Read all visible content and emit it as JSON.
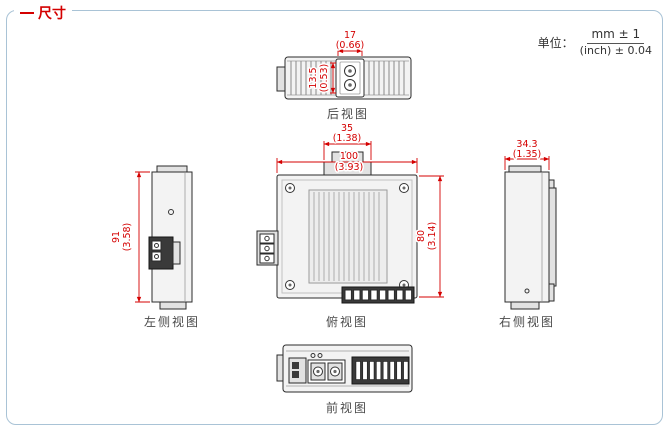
{
  "header": {
    "title": "尺寸",
    "unit_label": "单位：",
    "unit_mm": "mm ± 1",
    "unit_inch": "(inch) ± 0.04"
  },
  "views": {
    "rear": {
      "label": "后视图",
      "dim_width_mm": "17",
      "dim_width_in": "(0.66)",
      "dim_height_mm": "13.5",
      "dim_height_in": "(0.53)"
    },
    "left": {
      "label": "左侧视图",
      "dim_height_mm": "91",
      "dim_height_in": "(3.58)"
    },
    "top": {
      "label": "俯视图",
      "dim_clip_mm": "35",
      "dim_clip_in": "(1.38)",
      "dim_width_mm": "100",
      "dim_width_in": "(3.93)",
      "dim_depth_mm": "80",
      "dim_depth_in": "(3.14)"
    },
    "right": {
      "label": "右侧视图",
      "dim_width_mm": "34.3",
      "dim_width_in": "(1.35)"
    },
    "front": {
      "label": "前视图"
    }
  },
  "colors": {
    "dimension_red": "#d40000",
    "outline_black": "#2b2b2b",
    "frame_border": "#a9c3d6",
    "label_gray": "#4a4a4a"
  }
}
